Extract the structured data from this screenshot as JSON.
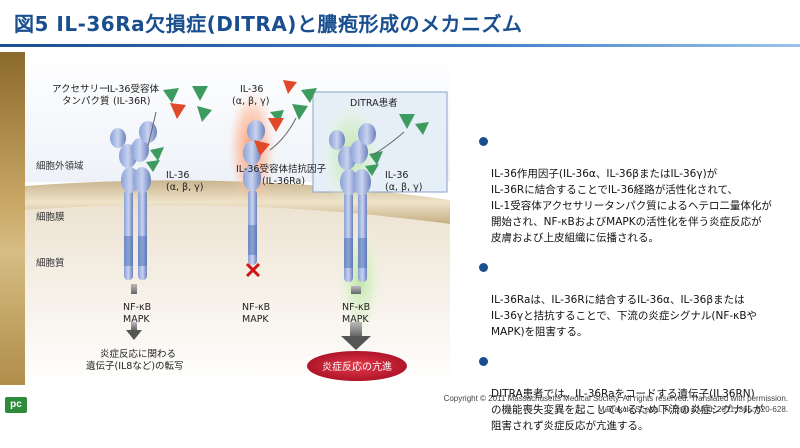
{
  "title": "図5 IL-36Ra欠損症(DITRA)と膿疱形成のメカニズム",
  "regions": {
    "extracellular": "細胞外領域",
    "membrane": "細胞膜",
    "cytoplasm": "細胞質"
  },
  "panel1": {
    "accessory_protein": "アクセサリー\nタンパク質",
    "receptor": "IL-36受容体\n(IL-36R)",
    "ligand": "IL-36\n(α, β, γ)",
    "signal": "NF-κB\nMAPK",
    "outcome": "炎症反応に関わる\n遺伝子(IL8など)の転写"
  },
  "panel2": {
    "ligand": "IL-36\n(α, β, γ)",
    "antagonist": "IL-36受容体拮抗因子\n(IL-36Ra)",
    "signal": "NF-κB\nMAPK"
  },
  "panel3": {
    "header": "DITRA患者",
    "ligand": "IL-36\n(α, β, γ)",
    "signal": "NF-κB\nMAPK",
    "outcome": "炎症反応の亢進"
  },
  "bullets": [
    "IL-36作用因子(IL-36α、IL-36βまたはIL-36γ)が\nIL-36Rに結合することでIL-36経路が活性化されて、\nIL-1受容体アクセサリータンパク質によるヘテロ二量体化が\n開始され、NF-κBおよびMAPKの活性化を伴う炎症反応が\n皮膚および上皮組織に伝播される。",
    "IL-36Raは、IL-36Rに結合するIL-36α、IL-36βまたは\nIL-36γと拮抗することで、下流の炎症シグナル(NF-κBや\nMAPK)を阻害する。",
    "DITRA患者では、IL-36Raをコードする遺伝子(IL36RN)\nの機能喪失変異を起こしているため下流の炎症シグナルが\n阻害されず炎症反応が亢進する。"
  ],
  "copyright": "Copyright © 2011 Massachusetts Medical Society. All rights reserved. Translated with permission.\nMarrakchi S. et al. N Engl J Med. 2011; 365: 620-628.",
  "logo": "pc",
  "colors": {
    "title": "#1a4f8f",
    "ligand_green": "#3e9b5f",
    "antagonist_red": "#e04a2a",
    "receptor_blue": "#6f86c4",
    "outcome_red": "#c8102e"
  }
}
